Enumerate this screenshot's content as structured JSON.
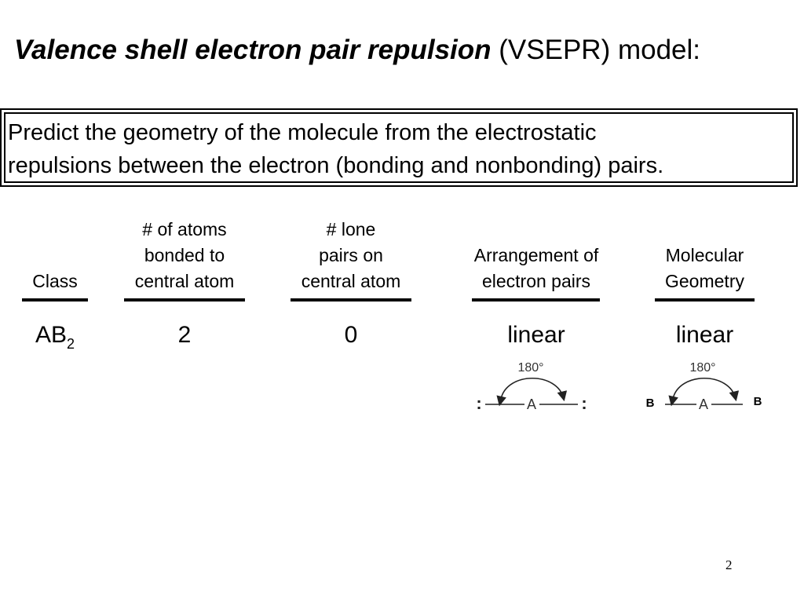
{
  "title": {
    "emphasis": "Valence shell electron pair repulsion",
    "rest": " (VSEPR) model:"
  },
  "box": {
    "line1": "Predict the geometry of the molecule from the electrostatic",
    "line2": "repulsions between the electron (bonding and nonbonding) pairs."
  },
  "columns": {
    "class": {
      "lines": [
        "Class"
      ]
    },
    "atoms_bonded": {
      "lines": [
        "# of atoms",
        "bonded to",
        "central atom"
      ]
    },
    "lone_pairs": {
      "lines": [
        "# lone",
        "pairs on",
        "central atom"
      ]
    },
    "arrangement": {
      "lines": [
        "Arrangement of",
        "electron pairs"
      ]
    },
    "geometry": {
      "lines": [
        "Molecular",
        "Geometry"
      ]
    }
  },
  "row": {
    "class_base": "AB",
    "class_sub": "2",
    "atoms_bonded": "2",
    "lone_pairs": "0",
    "arrangement": "linear",
    "geometry": "linear"
  },
  "diagram_arrangement": {
    "angle_label": "180°",
    "center": "A",
    "left_end": ":",
    "right_end": ":"
  },
  "diagram_geometry": {
    "angle_label": "180°",
    "center": "A",
    "left_end": "B",
    "right_end": "B"
  },
  "page_number": "2"
}
